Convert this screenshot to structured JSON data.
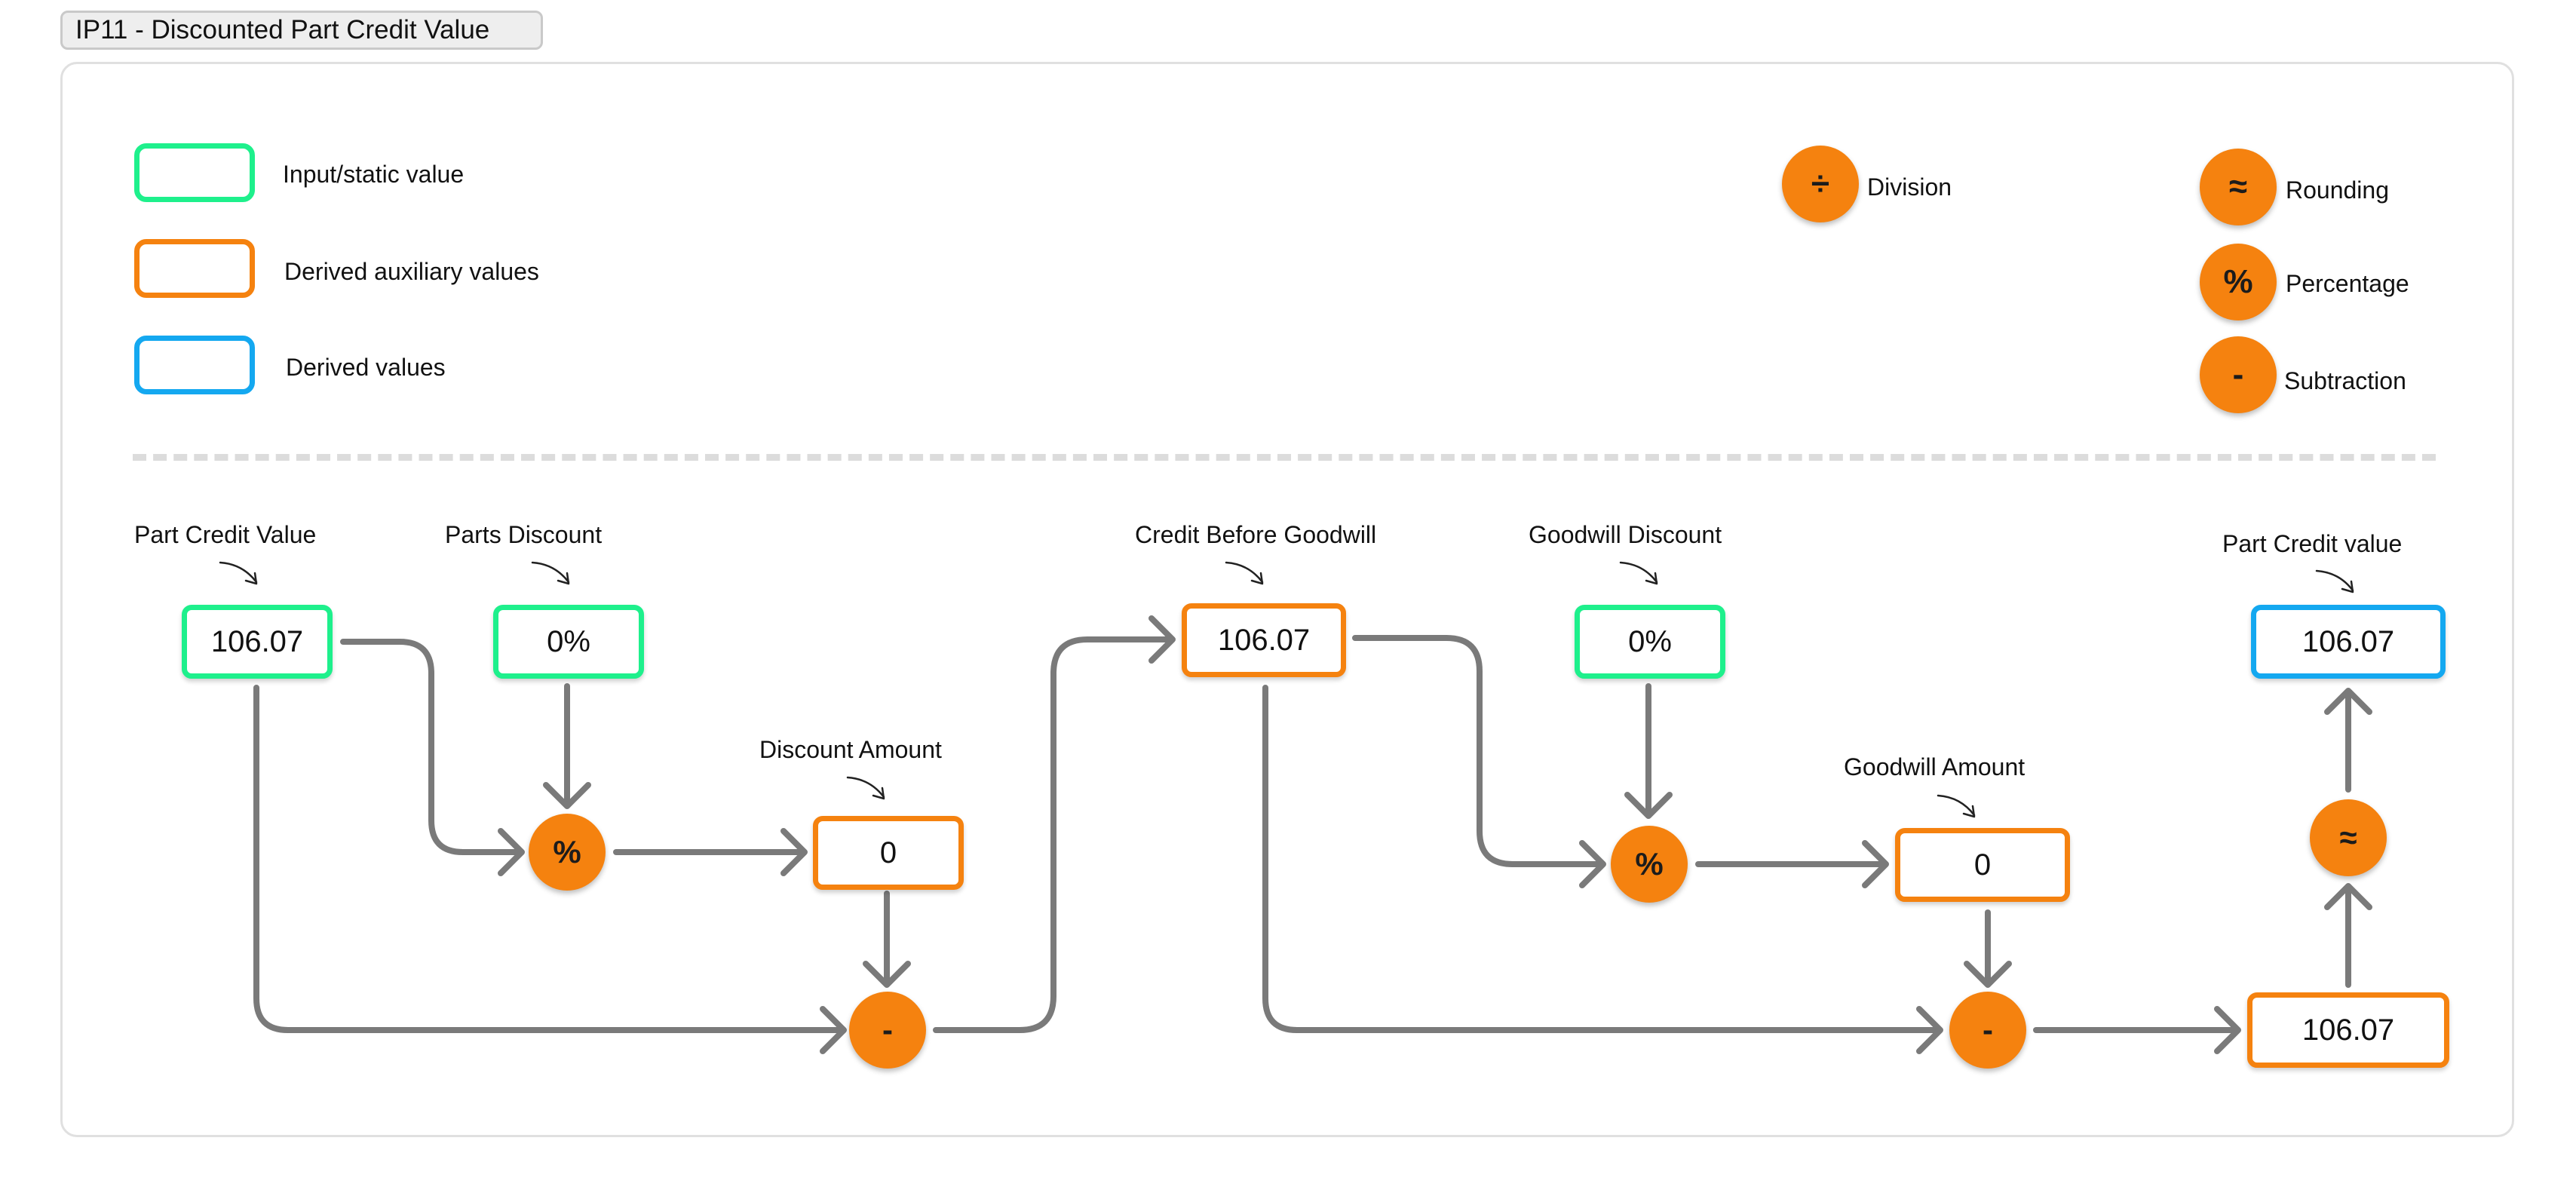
{
  "title": "IP11 - Discounted Part Credit Value",
  "colors": {
    "input_static": "#1ef08c",
    "derived_auxiliary": "#f5820f",
    "derived": "#14a8f0",
    "operator_fill": "#f5820f",
    "connector": "#7a7a7a"
  },
  "legend": {
    "input_static": "Input/static value",
    "derived_auxiliary": "Derived auxiliary values",
    "derived": "Derived values",
    "division": {
      "symbol": "÷",
      "label": "Division"
    },
    "rounding": {
      "symbol": "≈",
      "label": "Rounding"
    },
    "percentage": {
      "symbol": "%",
      "label": "Percentage"
    },
    "subtraction": {
      "symbol": "-",
      "label": "Subtraction"
    }
  },
  "nodes": {
    "part_credit_value": {
      "label": "Part Credit Value",
      "value": "106.07"
    },
    "parts_discount": {
      "label": "Parts Discount",
      "value": "0%"
    },
    "discount_amount": {
      "label": "Discount Amount",
      "value": "0"
    },
    "credit_before_goodwill": {
      "label": "Credit Before Goodwill",
      "value": "106.07"
    },
    "goodwill_discount": {
      "label": "Goodwill Discount",
      "value": "0%"
    },
    "goodwill_amount": {
      "label": "Goodwill Amount",
      "value": "0"
    },
    "part_credit_value_result": {
      "label": "Part Credit value",
      "value": "106.07"
    },
    "pre_rounding_value": {
      "value": "106.07"
    }
  },
  "operators": {
    "percentage_1": "%",
    "subtraction_1": "-",
    "percentage_2": "%",
    "subtraction_2": "-",
    "rounding_1": "≈"
  }
}
